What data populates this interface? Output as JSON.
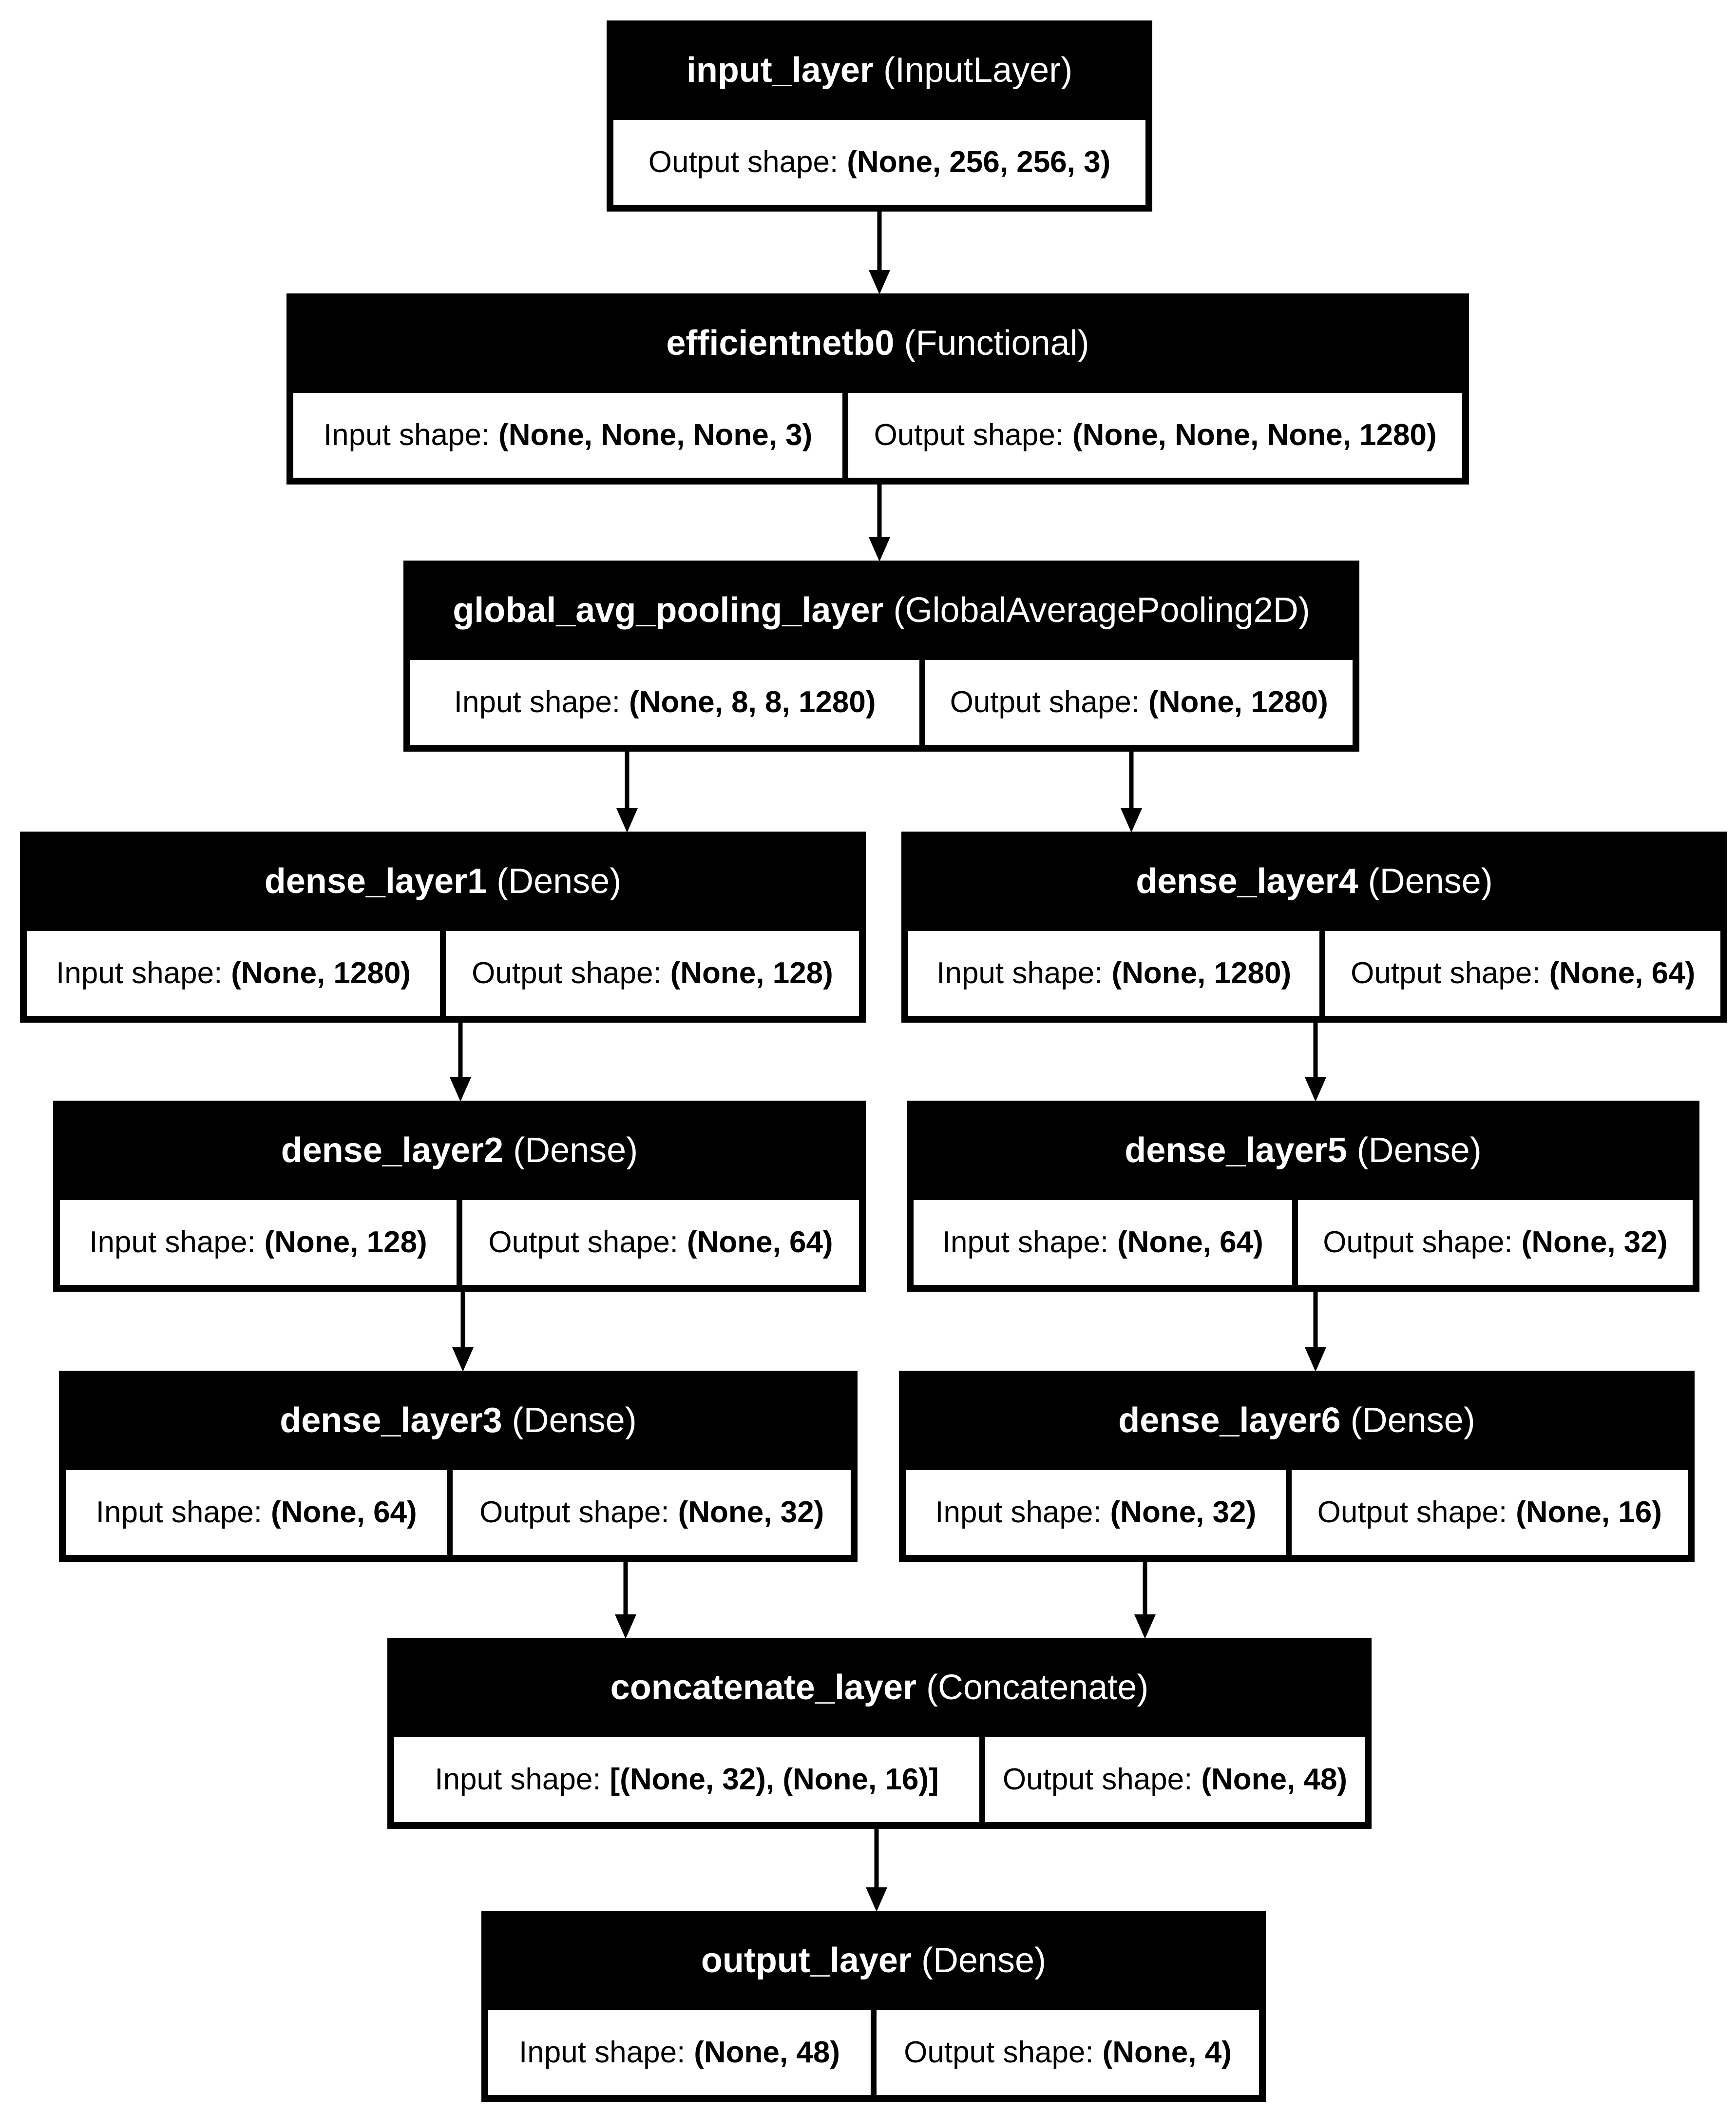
{
  "diagram": {
    "kind": "keras-model-architecture",
    "labels": {
      "input_prefix": "Input shape:",
      "output_prefix": "Output shape:"
    },
    "colors": {
      "node_bg": "#000000",
      "node_text": "#ffffff",
      "cell_bg": "#ffffff",
      "cell_text": "#000000",
      "edge": "#000000",
      "canvas_bg": "#ffffff"
    },
    "nodes": [
      {
        "id": "input_layer",
        "name": "input_layer",
        "type": "InputLayer",
        "output_shape": "(None, 256, 256, 3)"
      },
      {
        "id": "efficientnetb0",
        "name": "efficientnetb0",
        "type": "Functional",
        "input_shape": "(None, None, None, 3)",
        "output_shape": "(None, None, None, 1280)"
      },
      {
        "id": "global_avg_pooling_layer",
        "name": "global_avg_pooling_layer",
        "type": "GlobalAveragePooling2D",
        "input_shape": "(None, 8, 8, 1280)",
        "output_shape": "(None, 1280)"
      },
      {
        "id": "dense_layer1",
        "name": "dense_layer1",
        "type": "Dense",
        "input_shape": "(None, 1280)",
        "output_shape": "(None, 128)"
      },
      {
        "id": "dense_layer4",
        "name": "dense_layer4",
        "type": "Dense",
        "input_shape": "(None, 1280)",
        "output_shape": "(None, 64)"
      },
      {
        "id": "dense_layer2",
        "name": "dense_layer2",
        "type": "Dense",
        "input_shape": "(None, 128)",
        "output_shape": "(None, 64)"
      },
      {
        "id": "dense_layer5",
        "name": "dense_layer5",
        "type": "Dense",
        "input_shape": "(None, 64)",
        "output_shape": "(None, 32)"
      },
      {
        "id": "dense_layer3",
        "name": "dense_layer3",
        "type": "Dense",
        "input_shape": "(None, 64)",
        "output_shape": "(None, 32)"
      },
      {
        "id": "dense_layer6",
        "name": "dense_layer6",
        "type": "Dense",
        "input_shape": "(None, 32)",
        "output_shape": "(None, 16)"
      },
      {
        "id": "concatenate_layer",
        "name": "concatenate_layer",
        "type": "Concatenate",
        "input_shape": "[(None, 32), (None, 16)]",
        "output_shape": "(None, 48)"
      },
      {
        "id": "output_layer",
        "name": "output_layer",
        "type": "Dense",
        "input_shape": "(None, 48)",
        "output_shape": "(None, 4)"
      }
    ],
    "edges": [
      {
        "from": "input_layer",
        "to": "efficientnetb0"
      },
      {
        "from": "efficientnetb0",
        "to": "global_avg_pooling_layer"
      },
      {
        "from": "global_avg_pooling_layer",
        "to": "dense_layer1"
      },
      {
        "from": "global_avg_pooling_layer",
        "to": "dense_layer4"
      },
      {
        "from": "dense_layer1",
        "to": "dense_layer2"
      },
      {
        "from": "dense_layer4",
        "to": "dense_layer5"
      },
      {
        "from": "dense_layer2",
        "to": "dense_layer3"
      },
      {
        "from": "dense_layer5",
        "to": "dense_layer6"
      },
      {
        "from": "dense_layer3",
        "to": "concatenate_layer"
      },
      {
        "from": "dense_layer6",
        "to": "concatenate_layer"
      },
      {
        "from": "concatenate_layer",
        "to": "output_layer"
      }
    ]
  }
}
